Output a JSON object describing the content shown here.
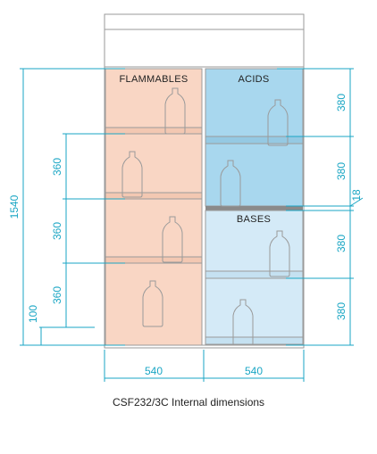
{
  "compartments": {
    "left_label": "FLAMMABLES",
    "right_top_label": "ACIDS",
    "right_bottom_label": "BASES"
  },
  "dimensions": {
    "total_height": "1540",
    "left_shelf_1": "360",
    "left_shelf_2": "360",
    "left_shelf_3": "360",
    "base": "100",
    "right_1": "380",
    "right_2": "380",
    "right_3": "380",
    "right_4": "380",
    "divider": "18",
    "width_left": "540",
    "width_right": "540"
  },
  "caption": "CSF232/3C  Internal dimensions",
  "colors": {
    "flammables": "#f9d6c4",
    "acids": "#a8d7ee",
    "bases": "#d4eaf7",
    "dimension_line": "#1aa6c4",
    "outline": "#9a9a9a"
  }
}
